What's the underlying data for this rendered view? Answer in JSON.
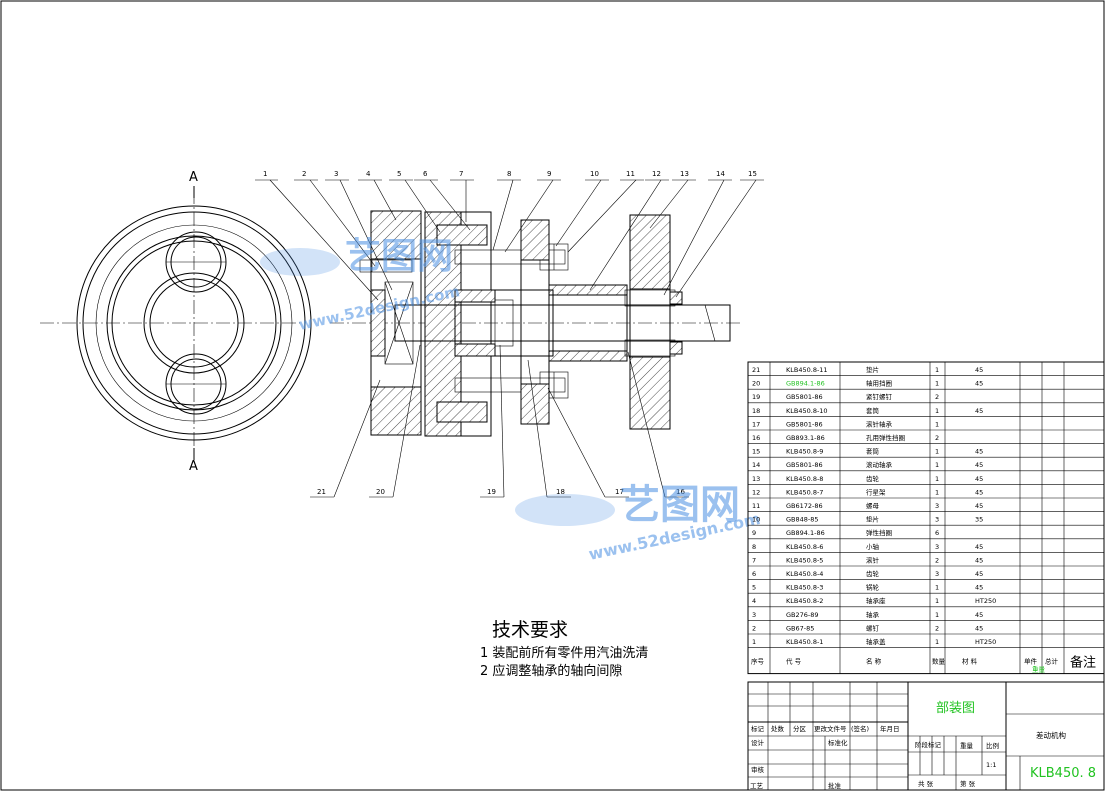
{
  "section_mark": "A",
  "balloons": [
    "1",
    "2",
    "3",
    "4",
    "5",
    "6",
    "7",
    "8",
    "9",
    "10",
    "11",
    "12",
    "13",
    "14",
    "15",
    "16",
    "17",
    "18",
    "19",
    "20",
    "21"
  ],
  "requirements": {
    "title": "技术要求",
    "items": [
      "1 装配前所有零件用汽油洗清",
      "2 应调整轴承的轴向间隙"
    ]
  },
  "parts_list": [
    {
      "no": "21",
      "code": "KLB450.8-11",
      "name": "垫片",
      "qty": "1",
      "material": "45"
    },
    {
      "no": "20",
      "code": "GB894.1-86",
      "name": "轴用挡圈",
      "qty": "1",
      "material": "45"
    },
    {
      "no": "19",
      "code": "GB5801-86",
      "name": "紧钉螺钉",
      "qty": "2",
      "material": ""
    },
    {
      "no": "18",
      "code": "KLB450.8-10",
      "name": "套筒",
      "qty": "1",
      "material": "45"
    },
    {
      "no": "17",
      "code": "GB5801-86",
      "name": "滚针轴承",
      "qty": "1",
      "material": ""
    },
    {
      "no": "16",
      "code": "GB893.1-86",
      "name": "孔用弹性挡圈",
      "qty": "2",
      "material": ""
    },
    {
      "no": "15",
      "code": "KLB450.8-9",
      "name": "套筒",
      "qty": "1",
      "material": "45"
    },
    {
      "no": "14",
      "code": "GB5801-86",
      "name": "滚动轴承",
      "qty": "1",
      "material": "45"
    },
    {
      "no": "13",
      "code": "KLB450.8-8",
      "name": "齿轮",
      "qty": "1",
      "material": "45"
    },
    {
      "no": "12",
      "code": "KLB450.8-7",
      "name": "行星架",
      "qty": "1",
      "material": "45"
    },
    {
      "no": "11",
      "code": "GB6172-86",
      "name": "螺母",
      "qty": "3",
      "material": "45"
    },
    {
      "no": "10",
      "code": "GB848-85",
      "name": "垫片",
      "qty": "3",
      "material": "35"
    },
    {
      "no": "9",
      "code": "GB894.1-86",
      "name": "弹性挡圈",
      "qty": "6",
      "material": ""
    },
    {
      "no": "8",
      "code": "KLB450.8-6",
      "name": "小轴",
      "qty": "3",
      "material": "45"
    },
    {
      "no": "7",
      "code": "KLB450.8-5",
      "name": "滚针",
      "qty": "2",
      "material": "45"
    },
    {
      "no": "6",
      "code": "KLB450.8-4",
      "name": "齿轮",
      "qty": "3",
      "material": "45"
    },
    {
      "no": "5",
      "code": "KLB450.8-3",
      "name": "锅轮",
      "qty": "1",
      "material": "45"
    },
    {
      "no": "4",
      "code": "KLB450.8-2",
      "name": "轴承座",
      "qty": "1",
      "material": "HT250"
    },
    {
      "no": "3",
      "code": "GB276-89",
      "name": "轴承",
      "qty": "1",
      "material": "45"
    },
    {
      "no": "2",
      "code": "GB67-85",
      "name": "螺钉",
      "qty": "2",
      "material": "45"
    },
    {
      "no": "1",
      "code": "KLB450.8-1",
      "name": "轴承盖",
      "qty": "1",
      "material": "HT250"
    }
  ],
  "parts_header": {
    "no": "序号",
    "code": "代    号",
    "name": "名    称",
    "qty": "数量",
    "material": "材    料",
    "unit_weight": "单件",
    "total_weight": "总计",
    "weight": "重量",
    "remarks": "备注"
  },
  "title_block": {
    "drawing_name": "部装图",
    "mechanism": "差动机构",
    "drawing_number": "KLB450. 8",
    "scale": "1:1",
    "mark_label": "标记",
    "zones_label": "处数",
    "region_label": "分区",
    "change_doc_label": "更改文件号",
    "signature_label": "(签名)",
    "date_label": "年月日",
    "designer_label": "设计",
    "standardize_label": "标准化",
    "checker_label": "审核",
    "process_label": "工艺",
    "approve_label": "批准",
    "weight_label": "重量",
    "scale_label": "比例",
    "total_sheets_label": "共   张",
    "sheet_label": "第   张",
    "stage_label": "阶段标记"
  },
  "watermark": {
    "brand": "艺图网",
    "url": "www.52design.com"
  },
  "colors": {
    "highlight": "#22c322",
    "line": "#000000",
    "watermark": "#4a90e2"
  }
}
